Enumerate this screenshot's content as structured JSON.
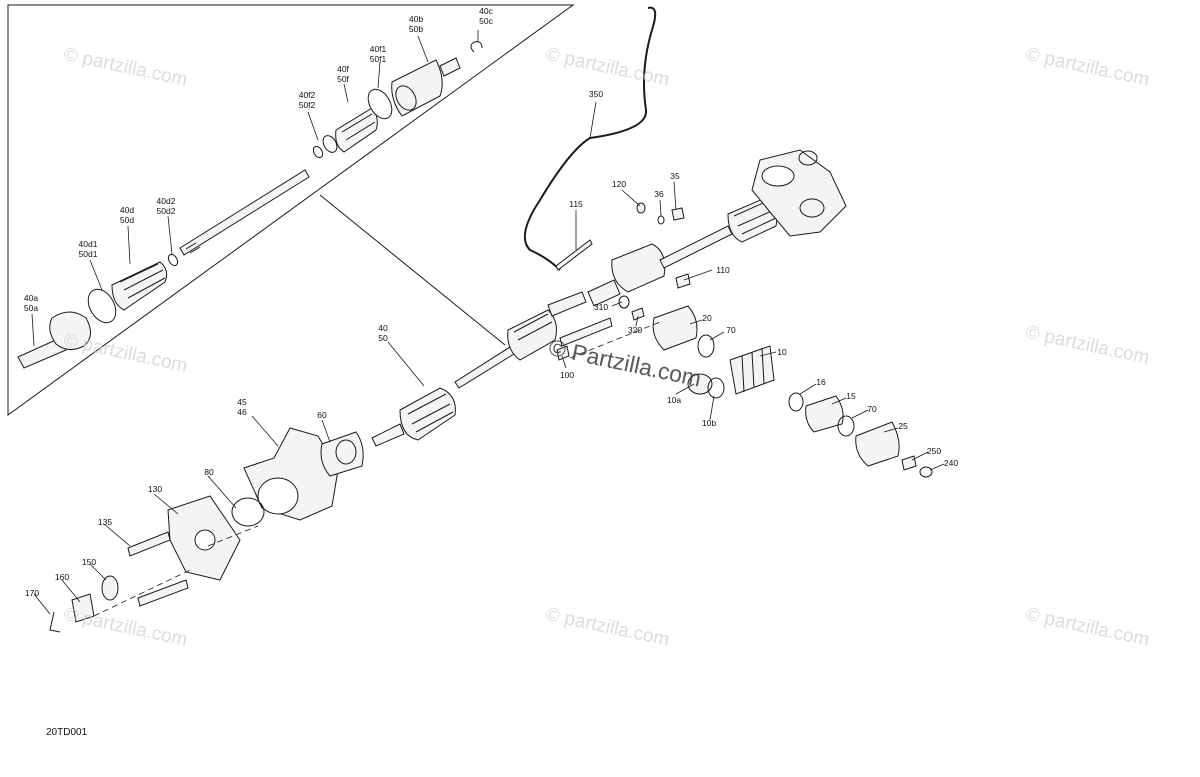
{
  "diagram_code": "20TD001",
  "watermark_text": "© Partzilla.com",
  "watermark_text_lower": "© partzilla.com",
  "colors": {
    "line": "#1a1a1a",
    "part_fill": "#f4f4f4",
    "watermark": "#cdcdcd"
  },
  "callouts": {
    "inset": {
      "p40c": [
        "40c",
        "50c"
      ],
      "p40b": [
        "40b",
        "50b"
      ],
      "p40f1": [
        "40f1",
        "50f1"
      ],
      "p40f": [
        "40f",
        "50f"
      ],
      "p40f2": [
        "40f2",
        "50f2"
      ],
      "p40d2": [
        "40d2",
        "50d2"
      ],
      "p40d": [
        "40d",
        "50d"
      ],
      "p40d1": [
        "40d1",
        "50d1"
      ],
      "p40a": [
        "40a",
        "50a"
      ]
    },
    "main": {
      "p350": "350",
      "p120": "120",
      "p35": "35",
      "p36": "36",
      "p115": "115",
      "p110": "110",
      "p310": "310",
      "p320": "320",
      "p20": "20",
      "p70a": "70",
      "p10": "10",
      "p100": "100",
      "p10a": "10a",
      "p10b": "10b",
      "p16": "16",
      "p15": "15",
      "p70b": "70",
      "p25": "25",
      "p250": "250",
      "p240": "240",
      "p40": [
        "40",
        "50"
      ],
      "p45": [
        "45",
        "46"
      ],
      "p60": "60",
      "p80": "80",
      "p130": "130",
      "p135": "135",
      "p150": "150",
      "p160": "160",
      "p170": "170"
    }
  }
}
